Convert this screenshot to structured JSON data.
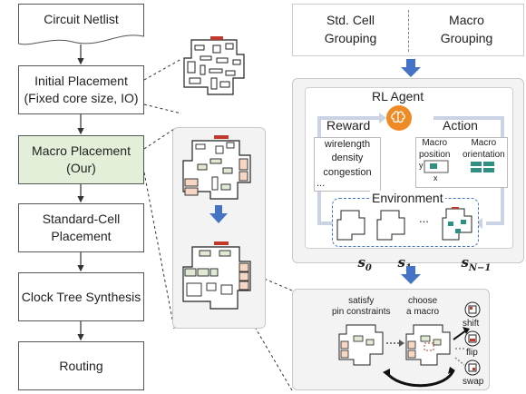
{
  "flow": {
    "netlist": "Circuit Netlist",
    "initial": "Initial Placement\n(Fixed core size, IO)",
    "macro": "Macro Placement\n(Our)",
    "stdcell": "Standard-Cell\nPlacement",
    "cts": "Clock Tree Synthesis",
    "routing": "Routing"
  },
  "grouping": {
    "std": "Std. Cell\nGrouping",
    "macro": "Macro\nGrouping"
  },
  "rl": {
    "agent": "RL Agent",
    "reward": "Reward",
    "reward_items": [
      "wirelength",
      "density",
      "congestion",
      "..."
    ],
    "action": "Action",
    "macro_position": "Macro\nposition",
    "macro_orientation": "Macro\norientation",
    "axis_y": "y",
    "axis_x": "x",
    "environment": "Environment",
    "ellipsis": "...",
    "s0": "s",
    "s0_sub": "0",
    "s1": "s",
    "s1_sub": "1",
    "sn": "s",
    "sn_sub": "N−1"
  },
  "post": {
    "satisfy": "satisfy\npin constraints",
    "choose": "choose\na macro",
    "shift": "shift",
    "flip": "flip",
    "swap": "swap"
  },
  "colors": {
    "blue_arrow": "#4472c4",
    "highlight": "#e3efd9",
    "agent_orange": "#f08a24",
    "macro_red": "#c0392b"
  }
}
